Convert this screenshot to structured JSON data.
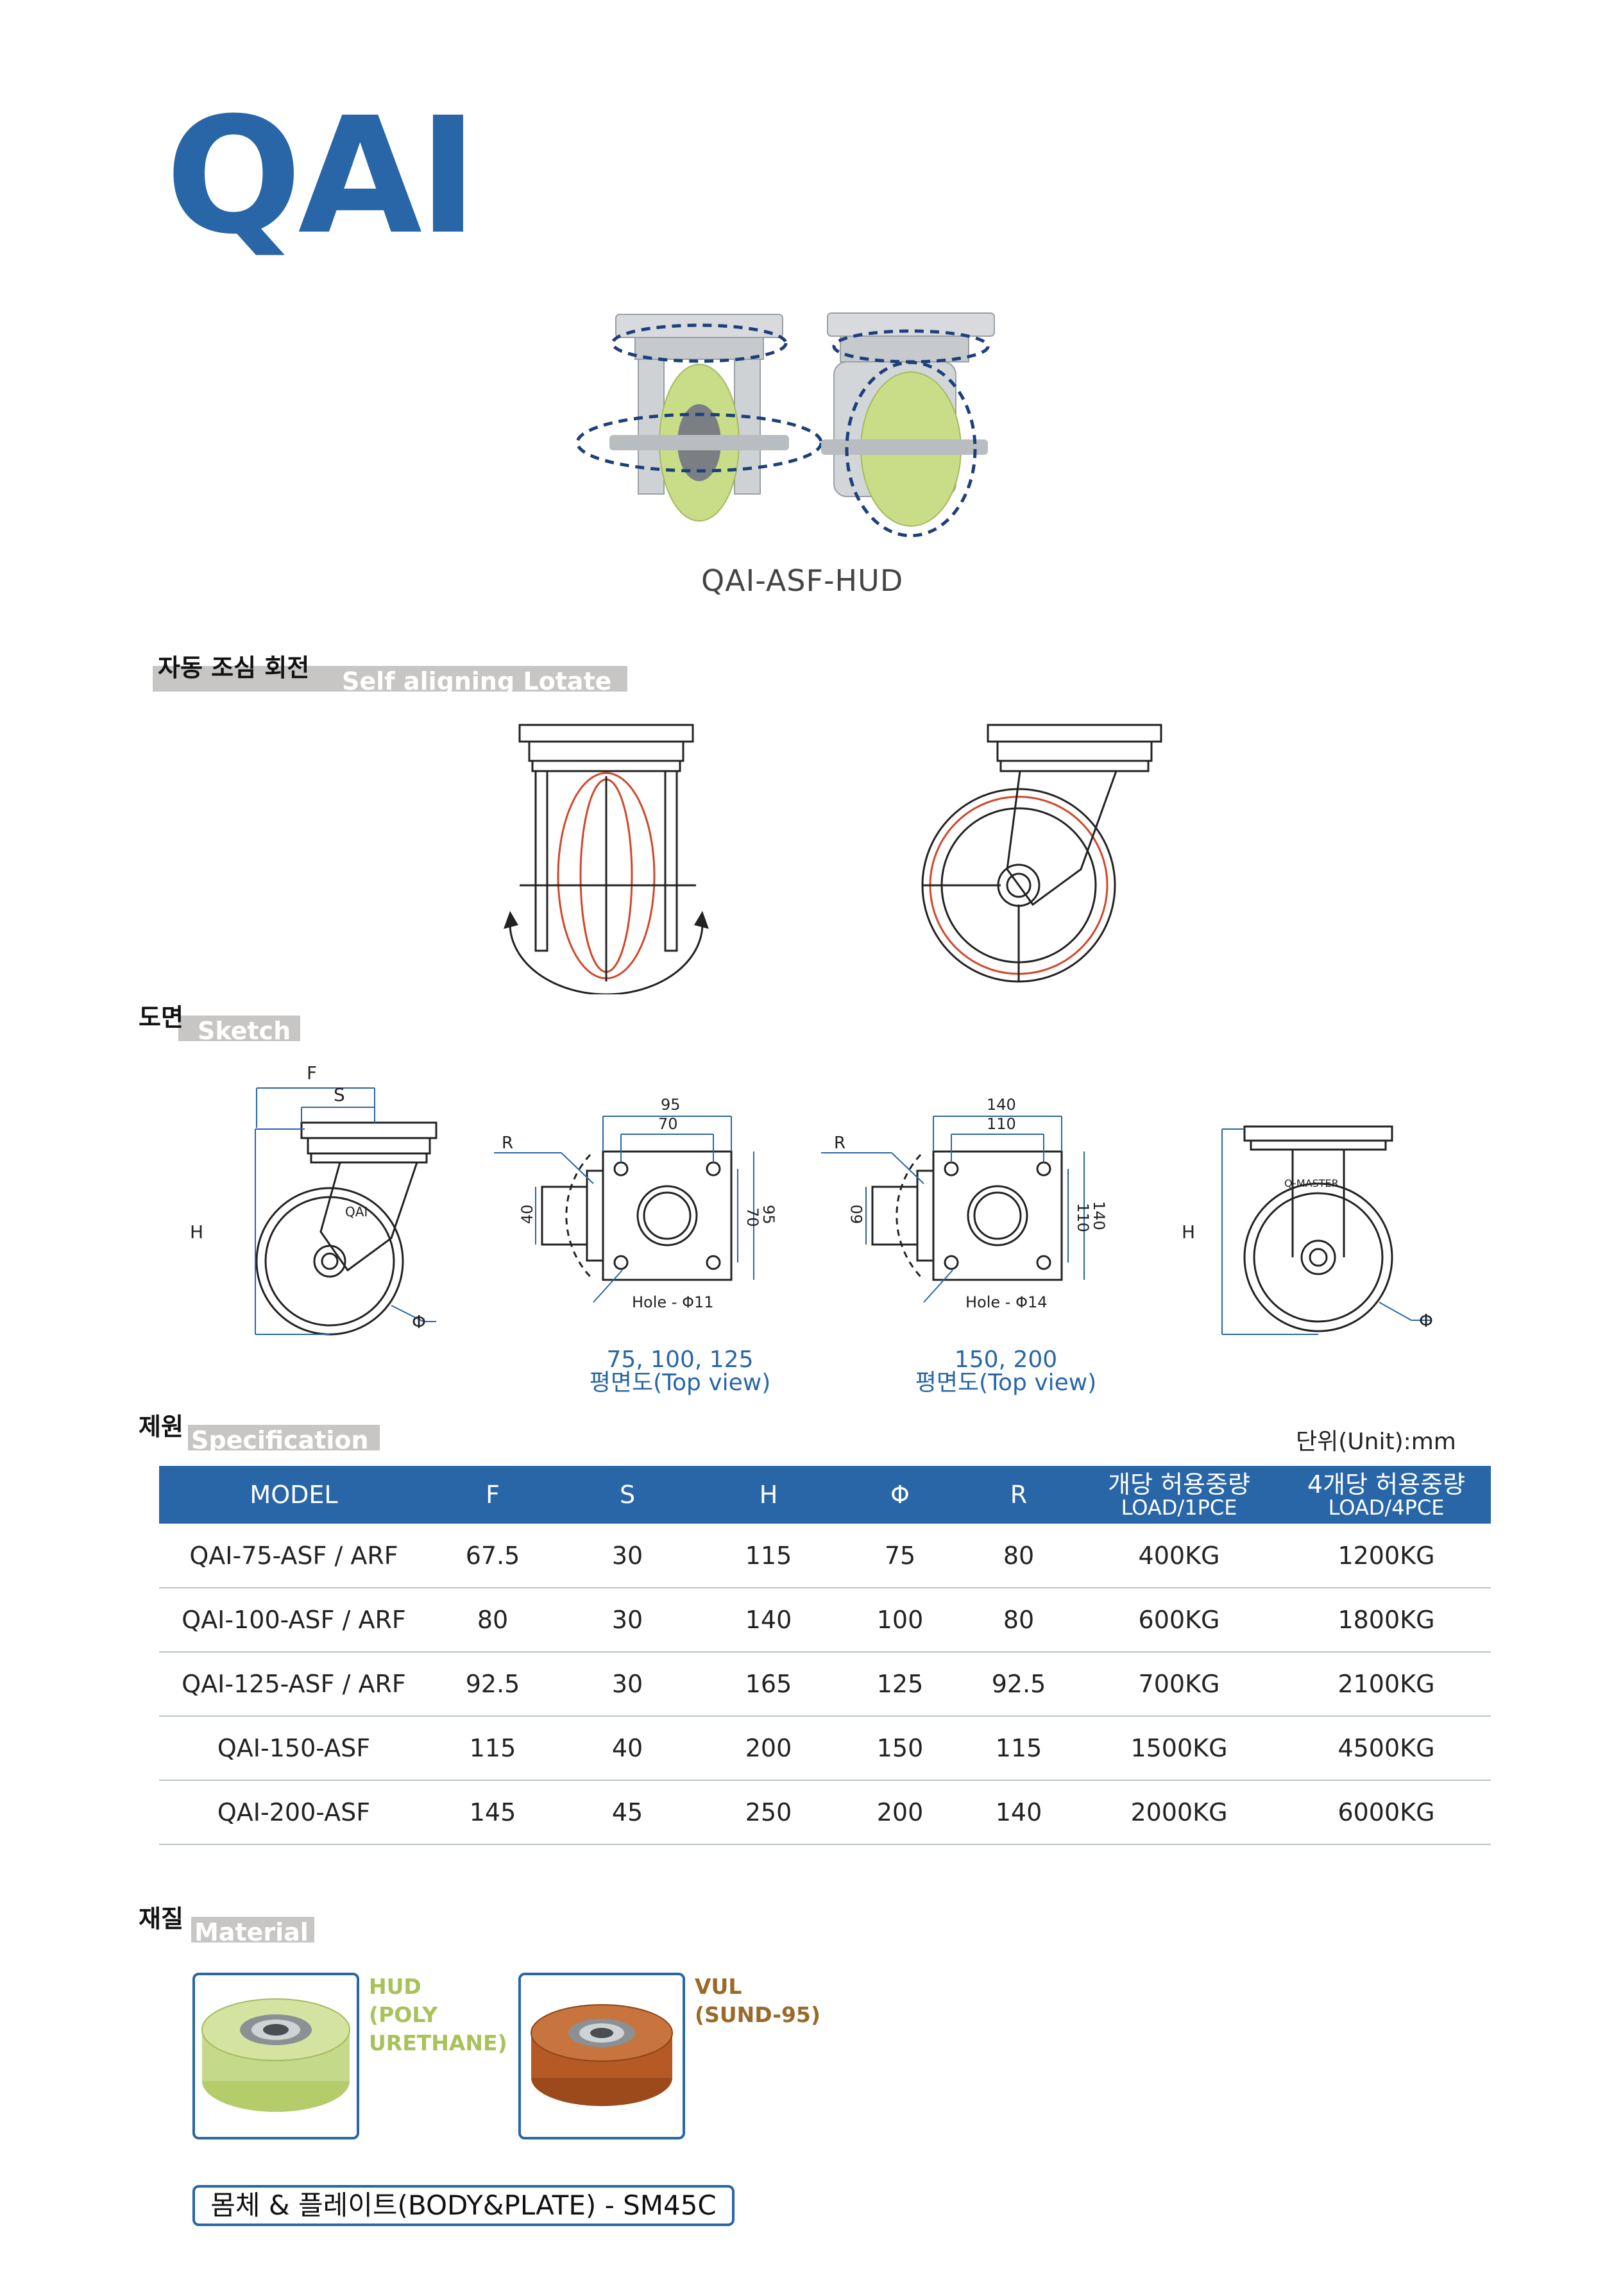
{
  "title": "QAI",
  "photo_caption": "QAI-ASF-HUD",
  "sections": {
    "self_align": {
      "ko": "자동 조심 회전",
      "en": "Self aligning Lotate"
    },
    "sketch": {
      "ko": "도면",
      "en": "Sketch"
    },
    "spec": {
      "ko": "제원",
      "en": "Specification"
    },
    "material": {
      "ko": "재질",
      "en": "Material"
    }
  },
  "sketch": {
    "side": {
      "F": "F",
      "S": "S",
      "H": "H",
      "phi": "Φ",
      "brand": "QAI"
    },
    "top_small": {
      "dim_outer": "95",
      "dim_inner": "70",
      "dim_v_outer": "95",
      "dim_v_inner": "70",
      "dim_side": "40",
      "R": "R",
      "hole": "Hole - Φ11",
      "caption_line1": "75, 100, 125",
      "caption_line2": "평면도(Top view)"
    },
    "top_large": {
      "dim_outer": "140",
      "dim_inner": "110",
      "dim_v_outer": "140",
      "dim_v_inner": "110",
      "dim_side": "60",
      "R": "R",
      "hole": "Hole - Φ14",
      "caption_line1": "150, 200",
      "caption_line2": "평면도(Top view)"
    },
    "front": {
      "H": "H",
      "phi": "Φ",
      "brand": "Q-MASTER"
    }
  },
  "unit": "단위(Unit):mm",
  "table": {
    "headers": [
      {
        "main": "MODEL"
      },
      {
        "main": "F"
      },
      {
        "main": "S"
      },
      {
        "main": "H"
      },
      {
        "main": "Φ"
      },
      {
        "main": "R"
      },
      {
        "main": "개당 허용중량",
        "sub": "LOAD/1PCE"
      },
      {
        "main": "4개당 허용중량",
        "sub": "LOAD/4PCE"
      }
    ],
    "rows": [
      [
        "QAI-75-ASF / ARF",
        "67.5",
        "30",
        "115",
        "75",
        "80",
        "400KG",
        "1200KG"
      ],
      [
        "QAI-100-ASF / ARF",
        "80",
        "30",
        "140",
        "100",
        "80",
        "600KG",
        "1800KG"
      ],
      [
        "QAI-125-ASF / ARF",
        "92.5",
        "30",
        "165",
        "125",
        "92.5",
        "700KG",
        "2100KG"
      ],
      [
        "QAI-150-ASF",
        "115",
        "40",
        "200",
        "150",
        "115",
        "1500KG",
        "4500KG"
      ],
      [
        "QAI-200-ASF",
        "145",
        "45",
        "250",
        "200",
        "140",
        "2000KG",
        "6000KG"
      ]
    ]
  },
  "materials": [
    {
      "label": "HUD\n(POLY\nURETHANE)",
      "color": "#a8c25a"
    },
    {
      "label": "VUL\n(SUND-95)",
      "color": "#9a6a2a"
    }
  ],
  "body_plate": "몸체 & 플레이트(BODY&PLATE) - SM45C",
  "colors": {
    "brand": "#2866a8",
    "section_bar": "#c8c6c4",
    "hud_wheel": "#c4d98a",
    "vul_wheel": "#b55a24"
  }
}
